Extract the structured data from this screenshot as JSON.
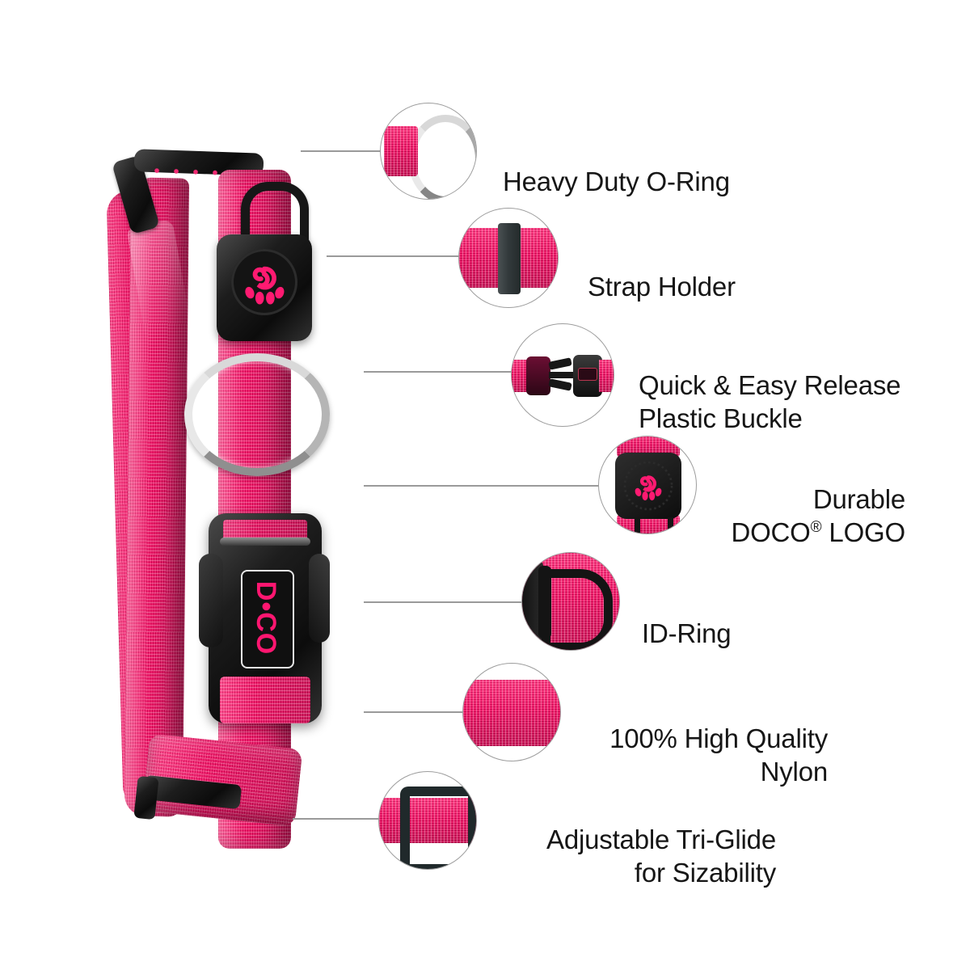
{
  "product": {
    "name": "DOCO pink nylon dog collar",
    "brand_text": "DOCO",
    "strap_color_hex": "#ef0a5f",
    "hardware_color_hex": "#1b1b1b",
    "metal_color_hex": "#c9c9c9",
    "background_hex": "#ffffff",
    "text_color_hex": "#161616",
    "leader_line_hex": "#9a9a9a",
    "callout_border_hex": "#9d9d9d"
  },
  "features": [
    {
      "id": "o-ring",
      "label": "Heavy Duty O-Ring",
      "line2": "",
      "icon": "o-ring-icon"
    },
    {
      "id": "strap-holder",
      "label": "Strap Holder",
      "line2": "",
      "icon": "strap-holder-icon"
    },
    {
      "id": "buckle",
      "label": "Quick & Easy Release",
      "line2": "Plastic Buckle",
      "icon": "side-release-buckle-icon"
    },
    {
      "id": "logo",
      "label": "Durable",
      "line2": "DOCO® LOGO",
      "line2_pre": "DOCO",
      "line2_reg": "®",
      "line2_post": " LOGO",
      "icon": "doco-paw-logo-icon"
    },
    {
      "id": "id-ring",
      "label": "ID-Ring",
      "line2": "",
      "icon": "d-ring-icon"
    },
    {
      "id": "nylon",
      "label": "100% High Quality",
      "line2": "Nylon",
      "icon": "nylon-webbing-icon"
    },
    {
      "id": "tri-glide",
      "label": "Adjustable Tri-Glide",
      "line2": "for Sizability",
      "icon": "tri-glide-icon"
    }
  ]
}
